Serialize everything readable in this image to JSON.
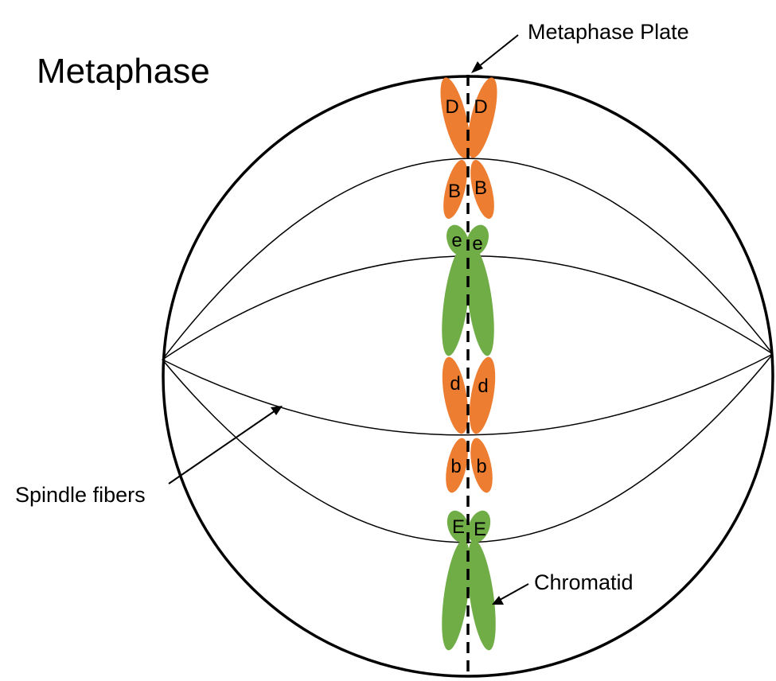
{
  "title": "Metaphase",
  "labels": {
    "metaphase_plate": "Metaphase Plate",
    "spindle_fibers": "Spindle fibers",
    "chromatid": "Chromatid"
  },
  "colors": {
    "orange_chromosome": "#ED7D31",
    "green_chromosome": "#70AD47",
    "outline": "#000000"
  },
  "chromosomes": [
    {
      "color": "orange",
      "alleles": [
        "D",
        "D",
        "B",
        "B"
      ]
    },
    {
      "color": "green",
      "alleles": [
        "e",
        "e"
      ]
    },
    {
      "color": "orange",
      "alleles": [
        "d",
        "d",
        "b",
        "b"
      ]
    },
    {
      "color": "green",
      "alleles": [
        "E",
        "E"
      ]
    }
  ]
}
